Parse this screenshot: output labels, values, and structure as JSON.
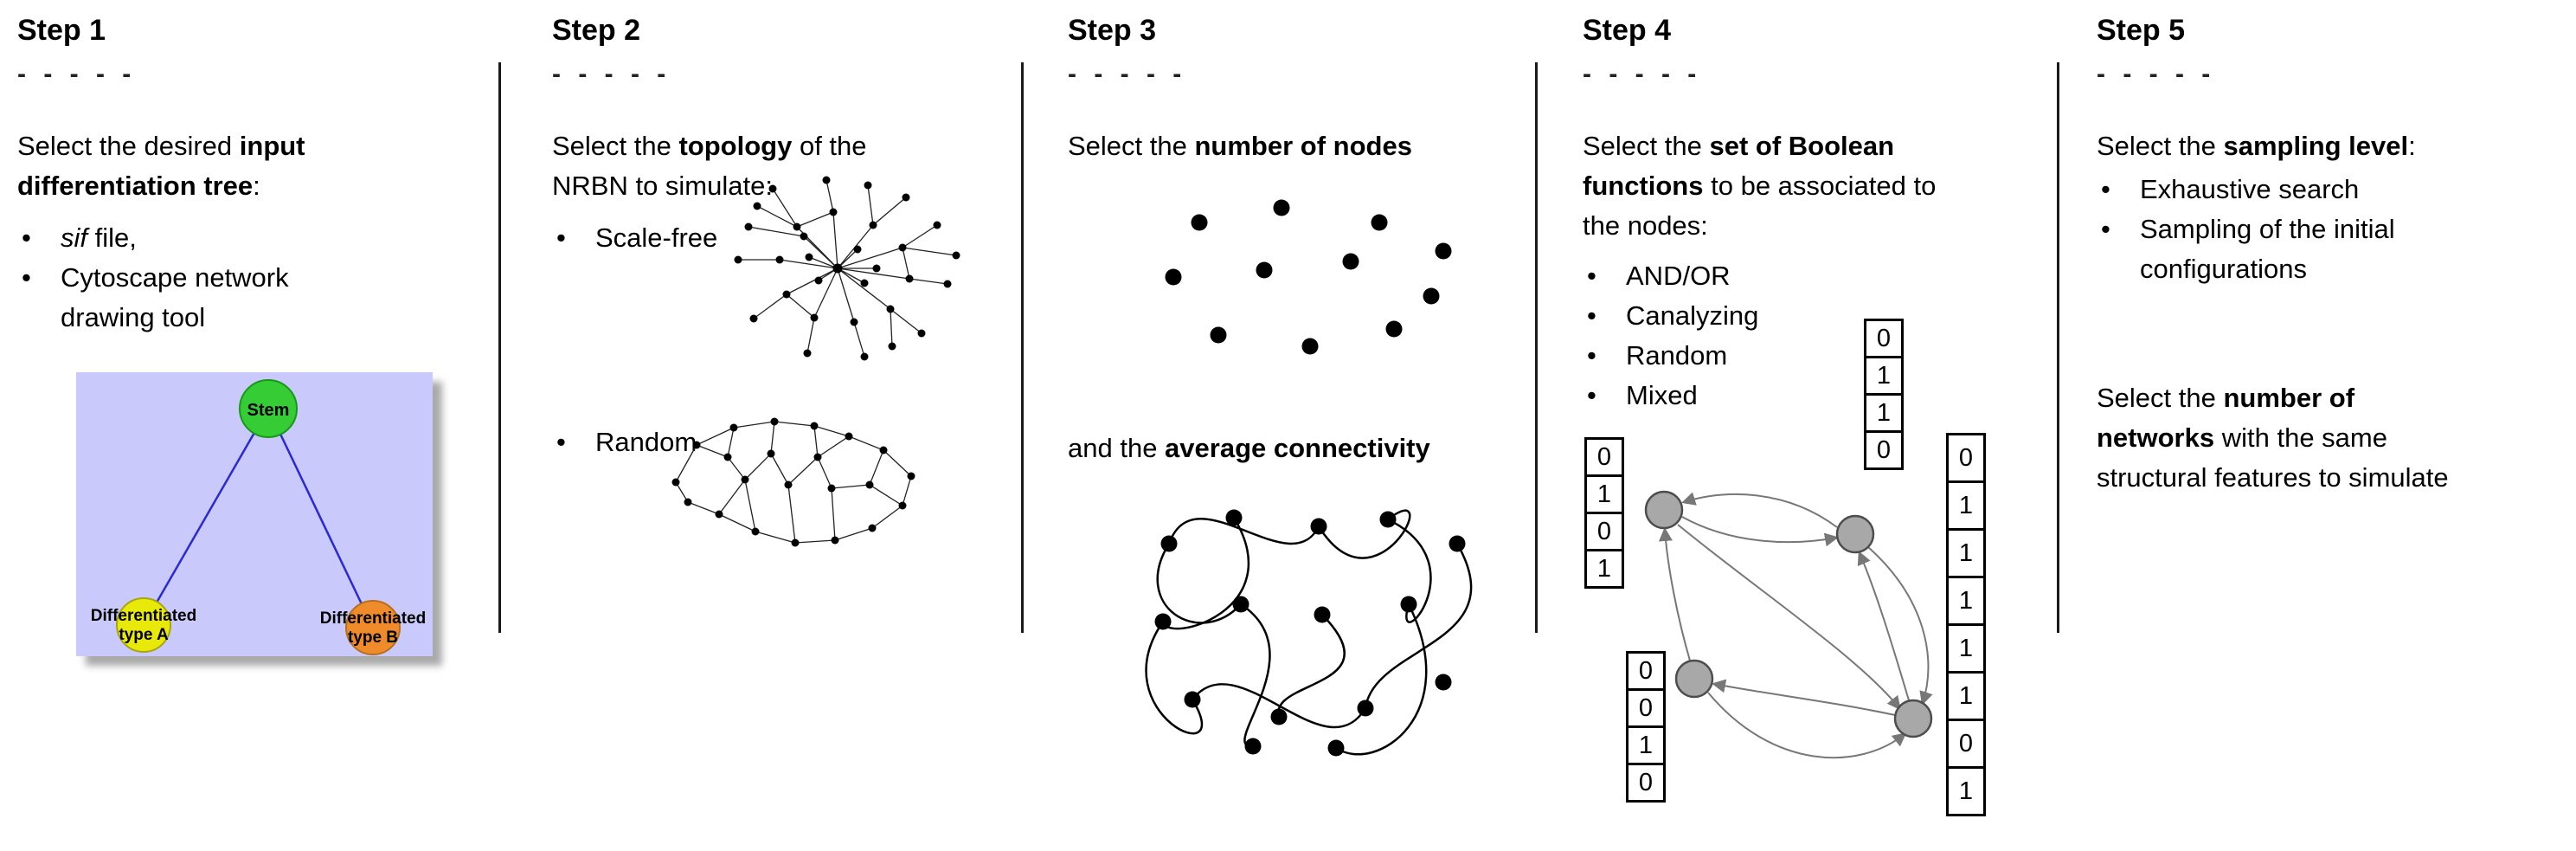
{
  "bullet_glyph": "•",
  "colors": {
    "tree_background": "#c9c9fb",
    "tree_edge_blue": "#2a2ad4",
    "stem_green": "#35cc35",
    "type_a_yellow": "#e9e909",
    "type_b_orange": "#ef8b2a",
    "network_node_gray": "#a8a8a8",
    "arrow_gray": "#777777"
  },
  "step1": {
    "title": "Step 1",
    "dashes": "- - - - -",
    "intro_l1_pre": "Select the desired ",
    "intro_l1_bold": "input",
    "intro_l2_bold": "differentiation tree",
    "intro_l2_post": ":",
    "bullet_sif_italic": "sif",
    "bullet_sif_rest": " file,",
    "bullet_cytoscape_l1": "Cytoscape network",
    "bullet_cytoscape_l2": "drawing tool",
    "tree": {
      "root": "Stem",
      "child_a_l1": "Differentiated",
      "child_a_l2": "type A",
      "child_b_l1": "Differentiated",
      "child_b_l2": "type B"
    }
  },
  "step2": {
    "title": "Step 2",
    "dashes": "- - - - -",
    "intro_l1_pre": "Select the ",
    "intro_l1_bold": "topology",
    "intro_l1_post": " of the",
    "intro_l2": "NRBN to simulate:",
    "bullet_scale_free": "Scale-free",
    "bullet_random": "Random"
  },
  "step3": {
    "title": "Step 3",
    "dashes": "- - - - -",
    "intro_pre": "Select the ",
    "intro_bold": "number of nodes",
    "second_pre": "and the ",
    "second_bold": "average connectivity"
  },
  "step4": {
    "title": "Step 4",
    "dashes": "- - - - -",
    "intro_l1_pre": "Select the ",
    "intro_l1_bold": "set of Boolean",
    "intro_l2_bold": "functions",
    "intro_l2_rest": " to be associated to",
    "intro_l3": "the nodes:",
    "bullets": [
      "AND/OR",
      "Canalyzing",
      "Random",
      "Mixed"
    ],
    "truth_tables": {
      "top": [
        "0",
        "1",
        "1",
        "0"
      ],
      "left": [
        "0",
        "1",
        "0",
        "1"
      ],
      "bottom_left": [
        "0",
        "0",
        "1",
        "0"
      ],
      "right": [
        "0",
        "1",
        "1",
        "1",
        "1",
        "1",
        "0",
        "1"
      ]
    }
  },
  "step5": {
    "title": "Step 5",
    "dashes": "- - - - -",
    "intro_pre": "Select the ",
    "intro_bold": "sampling level",
    "intro_post": ":",
    "bullet_exhaustive": "Exhaustive search",
    "bullet_sampling_l1": "Sampling of the initial",
    "bullet_sampling_l2": "configurations",
    "second_l1_pre": "Select the ",
    "second_l1_bold": "number of",
    "second_l2_bold": "networks",
    "second_l2_rest": " with the same",
    "second_l3": "structural features to simulate"
  }
}
